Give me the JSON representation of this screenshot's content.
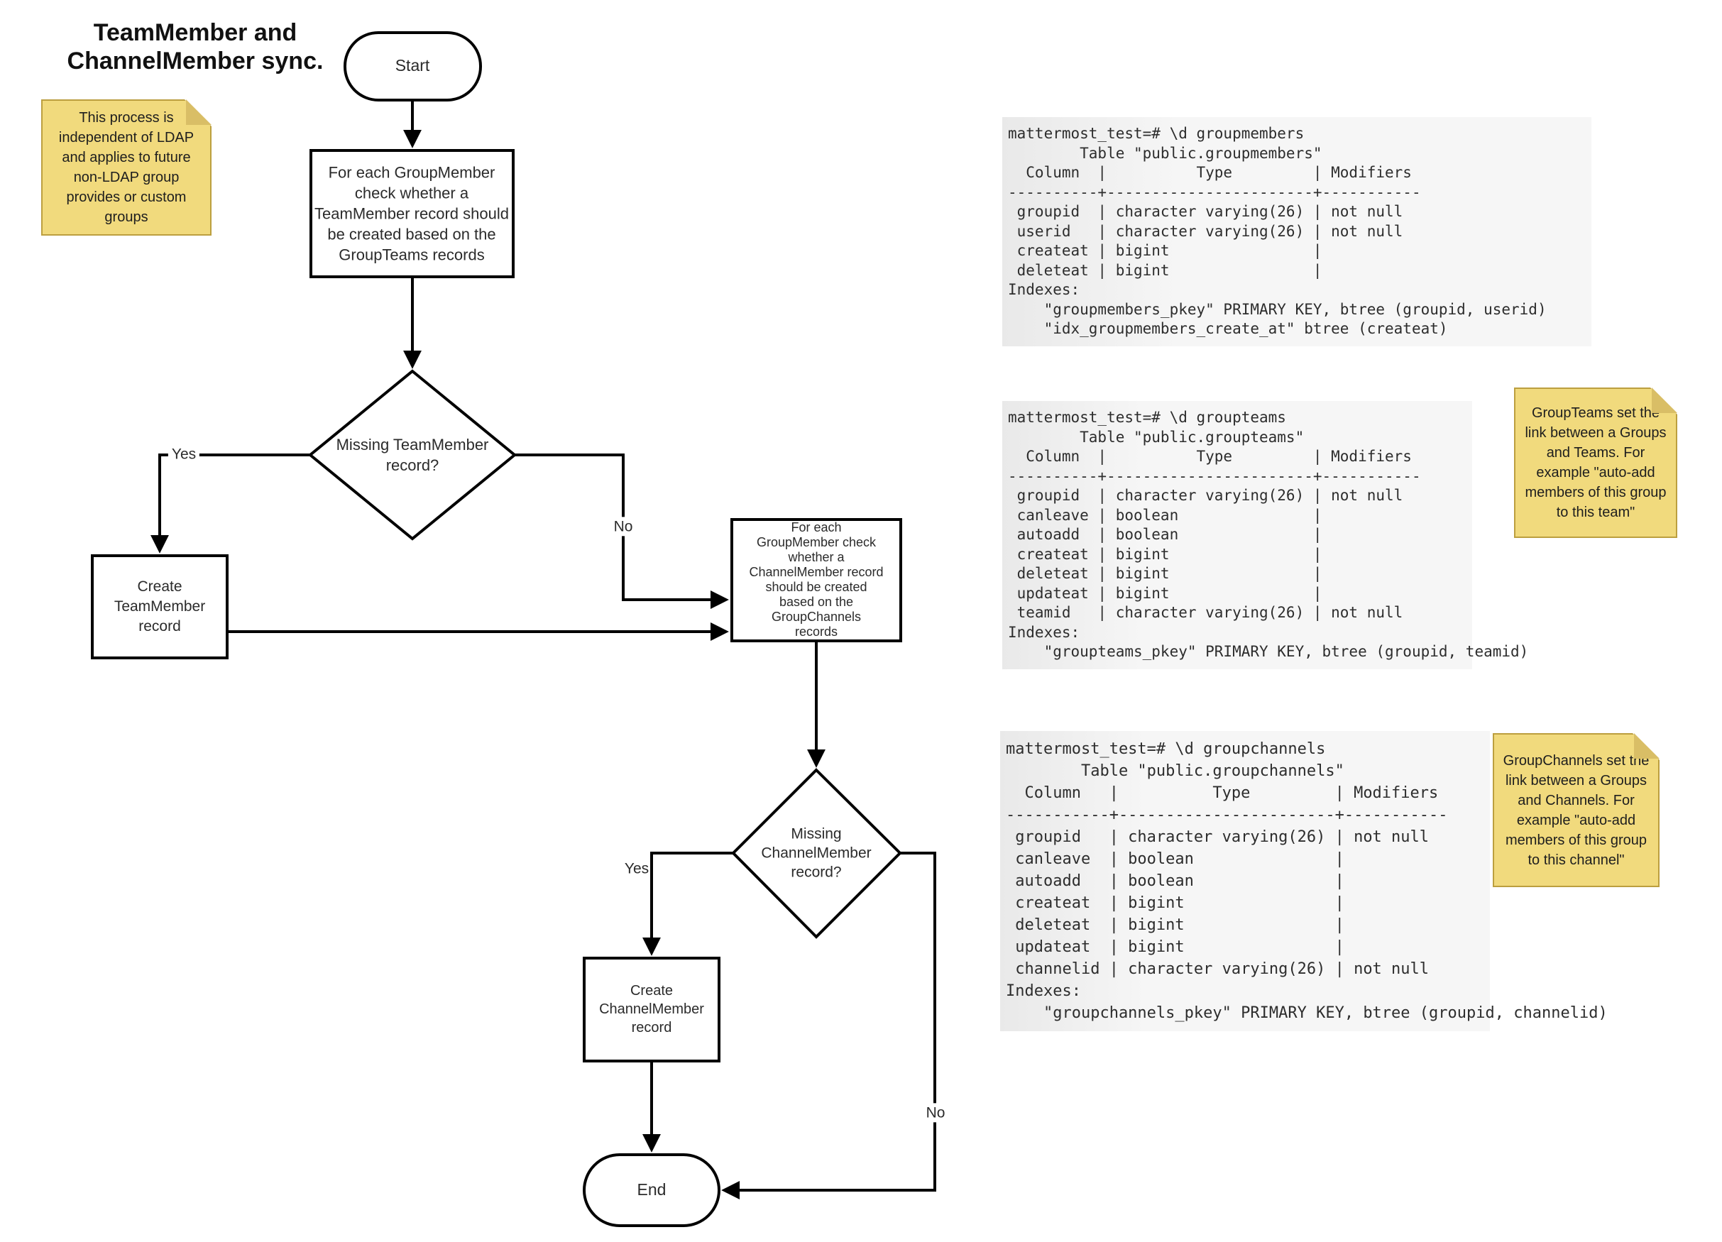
{
  "diagram": {
    "title": "TeamMember and\nChannelMember sync.",
    "nodes": {
      "start": {
        "label": "Start"
      },
      "process_team": {
        "label": "For each GroupMember\ncheck whether a\nTeamMember record should\nbe created based on the\nGroupTeams records"
      },
      "decision_team": {
        "label": "Missing TeamMember\nrecord?"
      },
      "create_team": {
        "label": "Create\nTeamMember\nrecord"
      },
      "process_channel": {
        "label": "For each\nGroupMember check\nwhether a\nChannelMember record\nshould be created\nbased on the\nGroupChannels\nrecords"
      },
      "decision_channel": {
        "label": "Missing\nChannelMember\nrecord?"
      },
      "create_channel": {
        "label": "Create\nChannelMember\nrecord"
      },
      "end": {
        "label": "End"
      }
    },
    "edge_labels": {
      "yes_team": "Yes",
      "no_team": "No",
      "yes_channel": "Yes",
      "no_channel": "No"
    }
  },
  "notes": [
    {
      "text": "This process is\nindependent of LDAP\nand applies to future\nnon-LDAP group\nprovides or custom\ngroups"
    },
    {
      "text": "GroupTeams set the\nlink between a Groups\nand Teams. For\nexample \"auto-add\nmembers of this group\nto this team\""
    },
    {
      "text": "GroupChannels set the\nlink between a Groups\nand Channels. For\nexample \"auto-add\nmembers of this group\nto this channel\""
    }
  ],
  "code_blocks": [
    {
      "text": "mattermost_test=# \\d groupmembers\n        Table \"public.groupmembers\"\n  Column  |          Type         | Modifiers\n----------+-----------------------+-----------\n groupid  | character varying(26) | not null\n userid   | character varying(26) | not null\n createat | bigint                |\n deleteat | bigint                |\nIndexes:\n    \"groupmembers_pkey\" PRIMARY KEY, btree (groupid, userid)\n    \"idx_groupmembers_create_at\" btree (createat)"
    },
    {
      "text": "mattermost_test=# \\d groupteams\n        Table \"public.groupteams\"\n  Column  |          Type         | Modifiers\n----------+-----------------------+-----------\n groupid  | character varying(26) | not null\n canleave | boolean               |\n autoadd  | boolean               |\n createat | bigint                |\n deleteat | bigint                |\n updateat | bigint                |\n teamid   | character varying(26) | not null\nIndexes:\n    \"groupteams_pkey\" PRIMARY KEY, btree (groupid, teamid)"
    },
    {
      "text": "mattermost_test=# \\d groupchannels\n        Table \"public.groupchannels\"\n  Column   |          Type         | Modifiers\n-----------+-----------------------+-----------\n groupid   | character varying(26) | not null\n canleave  | boolean               |\n autoadd   | boolean               |\n createat  | bigint                |\n deleteat  | bigint                |\n updateat  | bigint                |\n channelid | character varying(26) | not null\nIndexes:\n    \"groupchannels_pkey\" PRIMARY KEY, btree (groupid, channelid)"
    }
  ],
  "colors": {
    "note_fill": "#F1DA7D",
    "note_border": "#BC9F3F",
    "note_fold": "#D9BE66",
    "code_bg_left": "#E9E9E9",
    "code_bg_right": "#F6F6F6",
    "line_color": "#000000",
    "text_color": "#2B2B2B"
  }
}
